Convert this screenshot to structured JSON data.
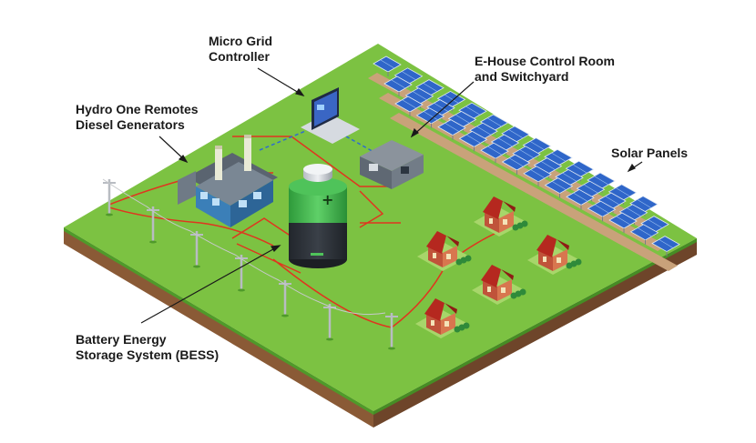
{
  "labels": {
    "controller": [
      "Micro Grid",
      "Controller"
    ],
    "ehouse": [
      "E-House Control Room",
      "and Switchyard"
    ],
    "diesel": [
      "Hydro One Remotes",
      "Diesel Generators"
    ],
    "solar": [
      "Solar Panels"
    ],
    "bess": [
      "Battery Energy",
      "Storage System (BESS)"
    ]
  },
  "colors": {
    "grass_top": "#7cc242",
    "soil": "#8a5a36",
    "soil_dark": "#5f3b22",
    "grass_edge": "#5aa12e",
    "power_line": "#e0351f",
    "data_line": "#2e6ccf",
    "panel": "#2f66c9",
    "battery_green": "#3fb54a",
    "battery_body": "#2b2f36",
    "house_wall": "#c0533a",
    "roof": "#b5281f"
  }
}
